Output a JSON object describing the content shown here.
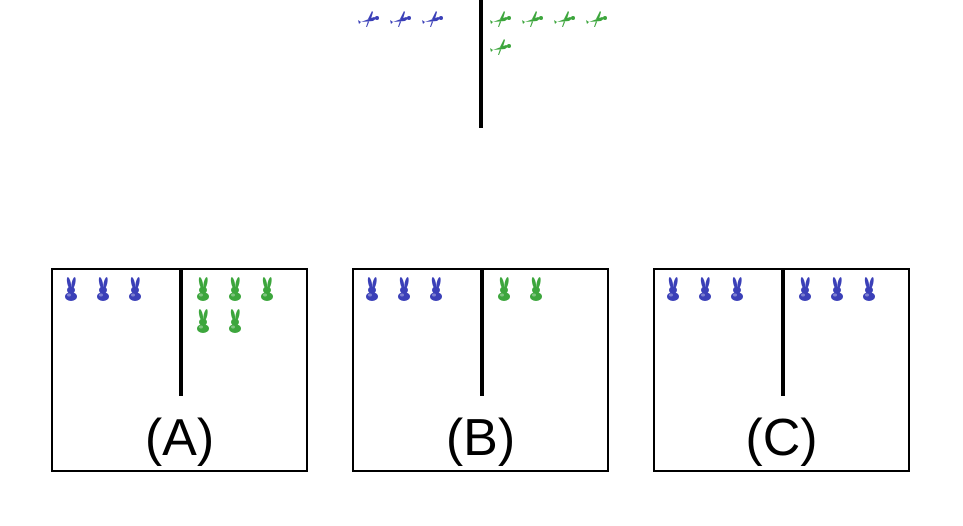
{
  "colors": {
    "blue": "#3b40b8",
    "green": "#3da63d",
    "line": "#000000"
  },
  "icons": {
    "top": "bird-icon",
    "panels": "rabbit-icon"
  },
  "top": {
    "left_group": {
      "color": "blue",
      "count": 3
    },
    "right_group": {
      "color": "green",
      "count": 5
    }
  },
  "options": [
    {
      "label": "(A)",
      "left_group": {
        "color": "blue",
        "count": 3
      },
      "right_group": {
        "color": "green",
        "count": 5
      }
    },
    {
      "label": "(B)",
      "left_group": {
        "color": "blue",
        "count": 3
      },
      "right_group": {
        "color": "green",
        "count": 2
      }
    },
    {
      "label": "(C)",
      "left_group": {
        "color": "blue",
        "count": 3
      },
      "right_group": {
        "color": "blue",
        "count": 3
      }
    }
  ]
}
